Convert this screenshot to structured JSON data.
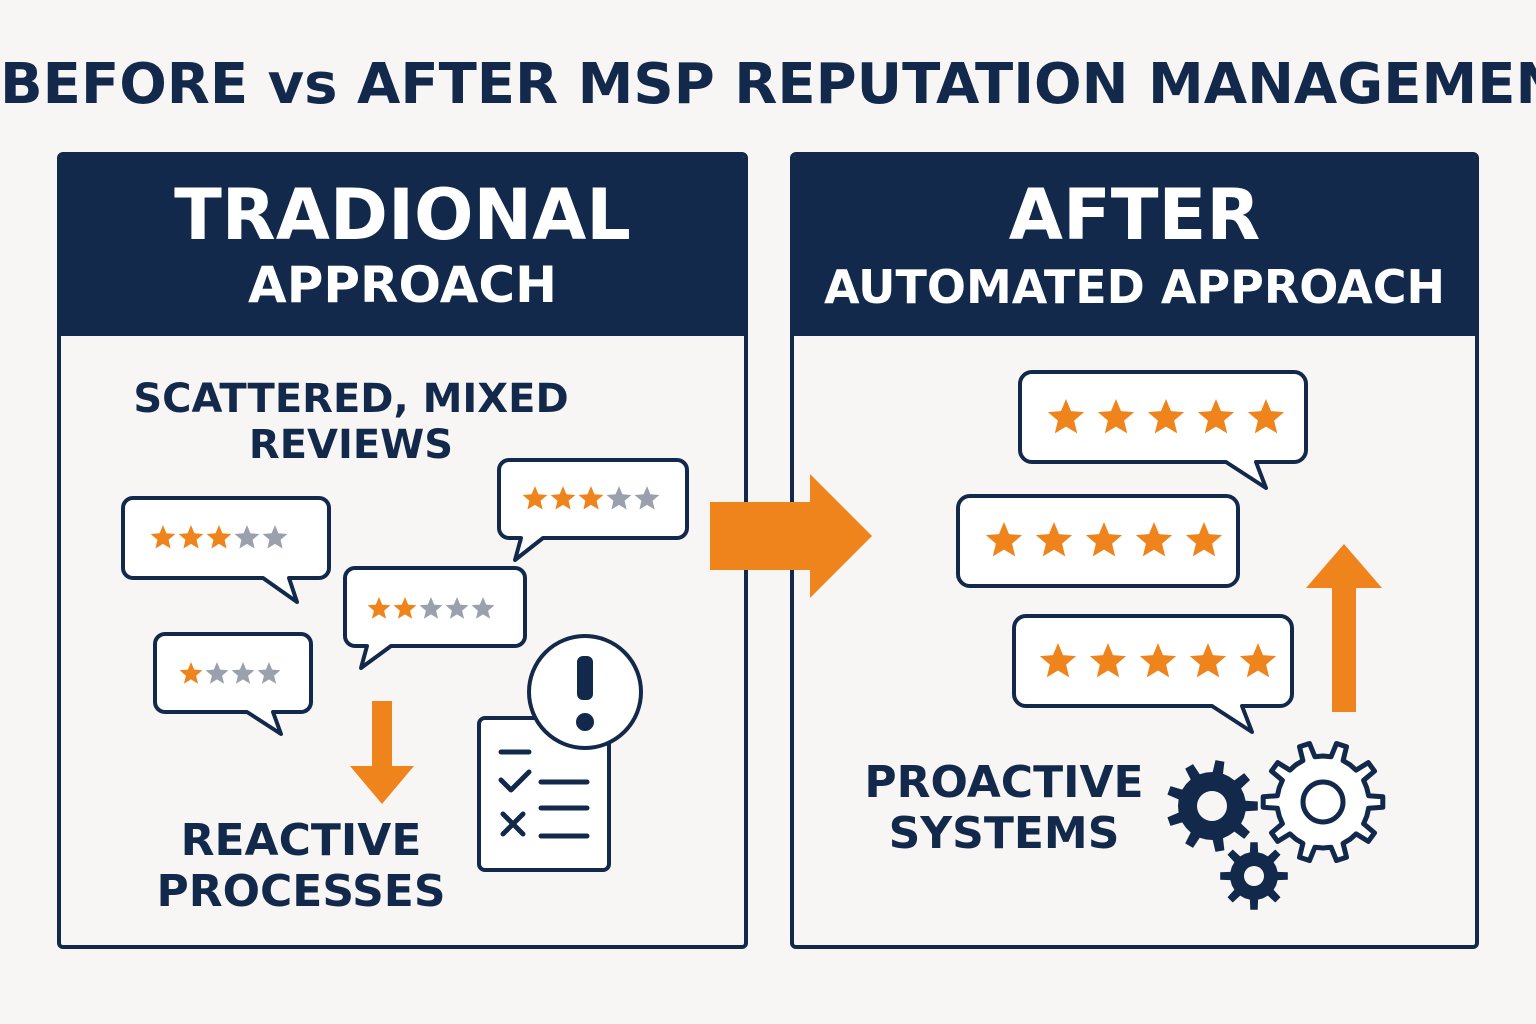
{
  "title": "BEFORE vs AFTER MSP REPUTATION MANAGEMENT",
  "left_panel": {
    "header_line1": "TRADIONAL",
    "header_line2": "APPROACH",
    "reviews_label_line1": "SCATTERED, MIXED",
    "reviews_label_line2": "REVIEWS",
    "process_label_line1": "REACTIVE",
    "process_label_line2": "PROCESSES",
    "review_ratings": [
      {
        "filled": 3,
        "total": 5
      },
      {
        "filled": 3,
        "total": 5
      },
      {
        "filled": 2,
        "total": 5
      },
      {
        "filled": 1,
        "total": 4
      }
    ],
    "icons": [
      "down-arrow-icon",
      "checklist-icon",
      "exclamation-icon"
    ]
  },
  "right_panel": {
    "header_line1": "AFTER",
    "header_line2": "AUTOMATED APPROACH",
    "systems_label_line1": "PROACTIVE",
    "systems_label_line2": "SYSTEMS",
    "review_ratings": [
      {
        "filled": 5,
        "total": 5
      },
      {
        "filled": 5,
        "total": 5
      },
      {
        "filled": 5,
        "total": 5
      }
    ],
    "icons": [
      "up-arrow-icon",
      "gears-icon"
    ]
  },
  "colors": {
    "navy": "#13294b",
    "orange": "#f0841c",
    "gray_star": "#9aa1ad",
    "background": "#f7f6f4"
  }
}
